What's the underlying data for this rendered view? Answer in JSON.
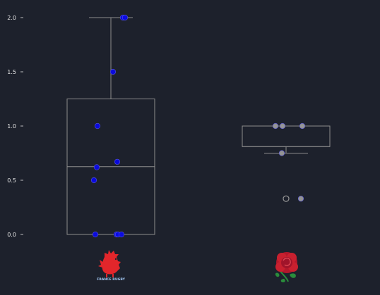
{
  "chart_data": {
    "type": "box",
    "ylim": [
      -0.05,
      2.05
    ],
    "y_ticks": [
      0.0,
      0.5,
      1.0,
      1.5,
      2.0
    ],
    "y_tick_labels": [
      "0.0",
      "0.5",
      "1.0",
      "1.5",
      "2.0"
    ],
    "grid": false,
    "categories": [
      {
        "team": "France",
        "logo_text": "FRANCE RUGBY",
        "color": "#8d8d8d",
        "point_color": "#0a0ae6",
        "q1": 0.0,
        "median": 0.625,
        "q3": 1.25,
        "whisker_low": 0.0,
        "whisker_high": 2.0,
        "outliers": [],
        "points": [
          0.0,
          0.0,
          0.0,
          0.0,
          0.5,
          0.62,
          0.67,
          1.0,
          1.5,
          2.0,
          2.0
        ]
      },
      {
        "team": "England",
        "logo_text": "",
        "color": "#8d8d8d",
        "point_color": "#9a9a9a",
        "q1": 0.81,
        "median": 0.81,
        "q3": 1.0,
        "whisker_low": 0.75,
        "whisker_high": 1.0,
        "outliers": [
          0.33
        ],
        "points": [
          0.75,
          1.0,
          1.0,
          1.0,
          0.33
        ]
      }
    ]
  }
}
